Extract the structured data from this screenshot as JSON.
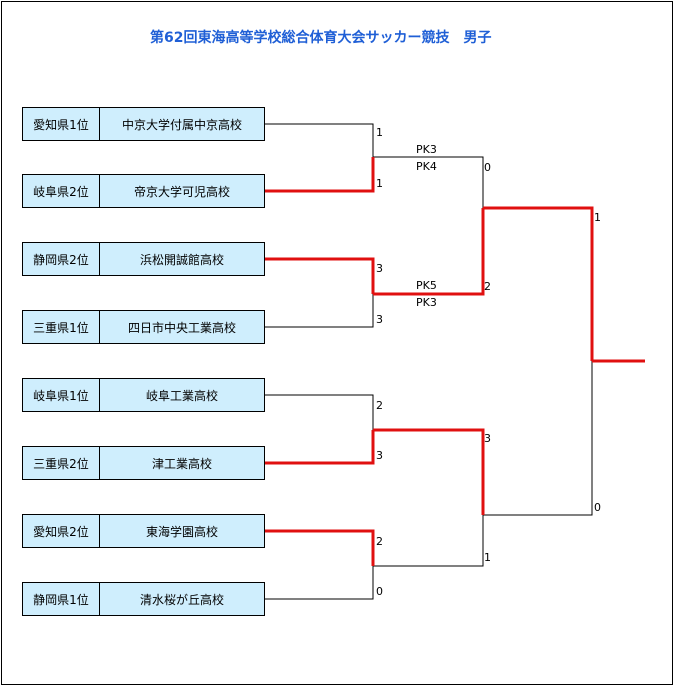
{
  "title": "第62回東海高等学校総合体育大会サッカー競技　男子",
  "teams": [
    {
      "pref": "愛知県1位",
      "school": "中京大学付属中京高校"
    },
    {
      "pref": "岐阜県2位",
      "school": "帝京大学可児高校"
    },
    {
      "pref": "静岡県2位",
      "school": "浜松開誠館高校"
    },
    {
      "pref": "三重県1位",
      "school": "四日市中央工業高校"
    },
    {
      "pref": "岐阜県1位",
      "school": "岐阜工業高校"
    },
    {
      "pref": "三重県2位",
      "school": "津工業高校"
    },
    {
      "pref": "愛知県2位",
      "school": "東海学園高校"
    },
    {
      "pref": "静岡県1位",
      "school": "清水桜が丘高校"
    }
  ],
  "scores": {
    "r1": [
      "1",
      "1",
      "3",
      "3",
      "2",
      "3",
      "2",
      "0"
    ],
    "pk": [
      "PK3",
      "PK4",
      "PK5",
      "PK3"
    ],
    "sf": [
      "0",
      "2",
      "3",
      "1"
    ],
    "final": [
      "1",
      "0"
    ]
  },
  "colors": {
    "winner": "#e01010",
    "line": "#000000",
    "team_bg": "#cfeefd",
    "title": "#1f5fd6"
  }
}
